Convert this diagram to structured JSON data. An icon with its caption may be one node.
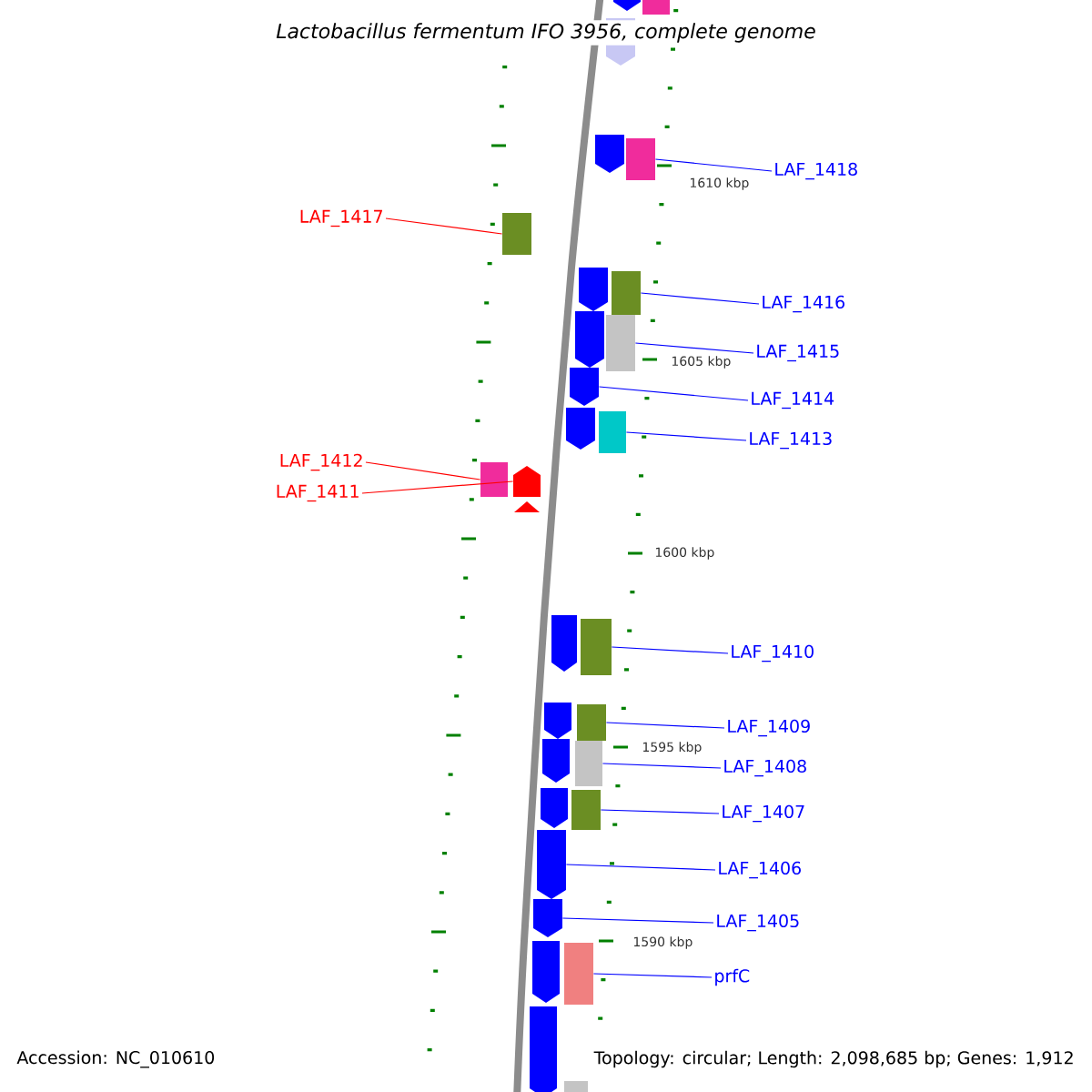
{
  "diagram": {
    "title": "Lactobacillus fermentum IFO 3956, complete genome",
    "nodes": [
      {
        "text": [
          "LAF_1418"
        ]
      },
      {
        "text": [],
        "shape": "box"
      },
      {
        "text": [
          "LAF_1417"
        ]
      },
      {
        "text": [],
        "shape": "box"
      },
      {
        "text": [
          "LAF_1416"
        ]
      },
      {
        "text": [],
        "shape": "box"
      },
      {
        "text": [
          "LAF_1415"
        ]
      },
      {
        "text": [],
        "shape": "box"
      },
      {
        "text": [
          "LAF_1414"
        ]
      },
      {
        "text": [],
        "shape": "pentagon"
      },
      {
        "text": [
          "LAF_1413"
        ]
      },
      {
        "text": [],
        "shape": "box"
      },
      {
        "text": [
          "LAF_1412"
        ]
      },
      {
        "text": [],
        "shape": "box"
      },
      {
        "text": [
          "LAF_1411"
        ]
      },
      {
        "text": [],
        "shape": "pentagon"
      },
      {
        "text": [
          "LAF_1410"
        ]
      },
      {
        "text": [],
        "shape": "box"
      },
      {
        "text": [
          "LAF_1409"
        ]
      },
      {
        "text": [],
        "shape": "box"
      },
      {
        "text": [
          "LAF_1408"
        ]
      },
      {
        "text": [],
        "shape": "box"
      },
      {
        "text": [
          "LAF_1407"
        ]
      },
      {
        "text": [],
        "shape": "box"
      },
      {
        "text": [
          "LAF_1406"
        ]
      },
      {
        "text": [],
        "shape": "pentagon"
      },
      {
        "text": [
          "LAF_1405"
        ]
      },
      {
        "text": [],
        "shape": "pentagon"
      },
      {
        "text": [
          "prfC"
        ]
      },
      {
        "text": [],
        "shape": "box"
      }
    ],
    "edges": [
      {
        "from": 0,
        "to": 1,
        "arrow": "none"
      },
      {
        "from": 2,
        "to": 3,
        "arrow": "none",
        "color": "#ff0000"
      },
      {
        "from": 4,
        "to": 5,
        "arrow": "none"
      },
      {
        "from": 6,
        "to": 7,
        "arrow": "none"
      },
      {
        "from": 8,
        "to": 9,
        "arrow": "none"
      },
      {
        "from": 10,
        "to": 11,
        "arrow": "none"
      },
      {
        "from": 12,
        "to": 13,
        "arrow": "none",
        "color": "#ff0000"
      },
      {
        "from": 14,
        "to": 15,
        "arrow": "none",
        "color": "#ff0000"
      },
      {
        "from": 16,
        "to": 17,
        "arrow": "none"
      },
      {
        "from": 18,
        "to": 19,
        "arrow": "none"
      },
      {
        "from": 20,
        "to": 21,
        "arrow": "none"
      },
      {
        "from": 22,
        "to": 23,
        "arrow": "none"
      },
      {
        "from": 24,
        "to": 25,
        "arrow": "none"
      },
      {
        "from": 26,
        "to": 27,
        "arrow": "none"
      },
      {
        "from": 28,
        "to": 29,
        "arrow": "none"
      }
    ],
    "labels": [
      "1610 kbp",
      "1605 kbp",
      "1600 kbp",
      "1595 kbp",
      "1590 kbp",
      "Accession: NC_010610",
      "Topology: circular; Length: 2,098,685 bp; Genes: 1,912"
    ]
  }
}
